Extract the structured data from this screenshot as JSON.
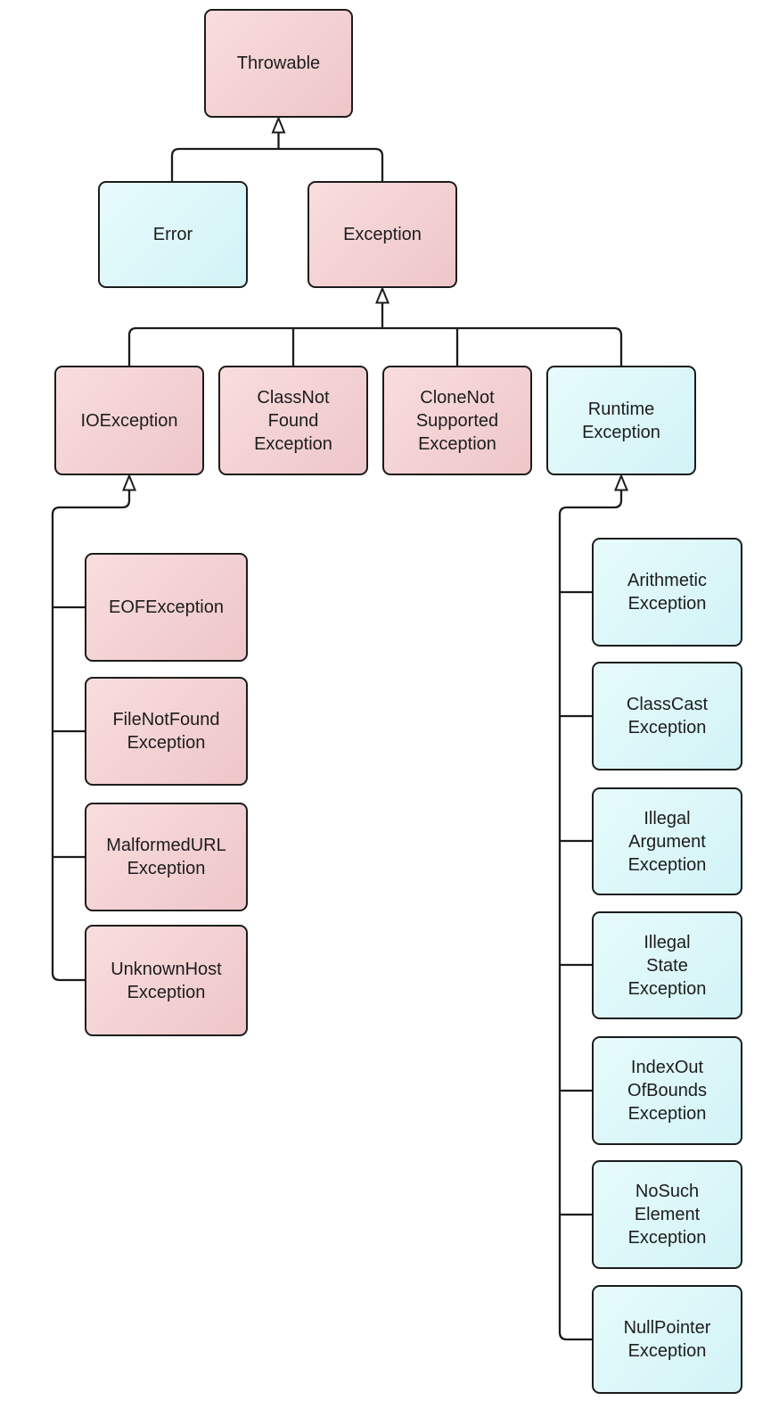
{
  "diagram": {
    "type": "uml-class-hierarchy",
    "edge_style": {
      "arrowhead": "hollow-triangle",
      "direction": "child-to-parent"
    },
    "colors": {
      "pink_light": "#f9dddd",
      "pink_dark": "#eec6c9",
      "cyan_light": "#e7fbfc",
      "cyan_dark": "#d2f3f6",
      "border": "#1c1c1c",
      "line": "#1c1c1c",
      "arrow_fill": "#ffffff",
      "text": "#1d1d1d",
      "background": "#ffffff"
    },
    "nodes": [
      {
        "id": "throwable",
        "label": "Throwable",
        "variant": "pink"
      },
      {
        "id": "error",
        "label": "Error",
        "variant": "cyan"
      },
      {
        "id": "exception",
        "label": "Exception",
        "variant": "pink"
      },
      {
        "id": "ioexception",
        "label": "IOException",
        "variant": "pink"
      },
      {
        "id": "classnotfound",
        "label": "ClassNot\nFound\nException",
        "variant": "pink"
      },
      {
        "id": "clonenotsupported",
        "label": "CloneNot\nSupported\nException",
        "variant": "pink"
      },
      {
        "id": "runtimeexception",
        "label": "Runtime\nException",
        "variant": "cyan"
      },
      {
        "id": "eofexception",
        "label": "EOFException",
        "variant": "pink"
      },
      {
        "id": "filenotfound",
        "label": "FileNotFound\nException",
        "variant": "pink"
      },
      {
        "id": "malformedurl",
        "label": "MalformedURL\nException",
        "variant": "pink"
      },
      {
        "id": "unknownhost",
        "label": "UnknownHost\nException",
        "variant": "pink"
      },
      {
        "id": "arithmetic",
        "label": "Arithmetic\nException",
        "variant": "cyan"
      },
      {
        "id": "classcast",
        "label": "ClassCast\nException",
        "variant": "cyan"
      },
      {
        "id": "illegalargument",
        "label": "Illegal\nArgument\nException",
        "variant": "cyan"
      },
      {
        "id": "illegalstate",
        "label": "Illegal\nState\nException",
        "variant": "cyan"
      },
      {
        "id": "indexoutofbounds",
        "label": "IndexOut\nOfBounds\nException",
        "variant": "cyan"
      },
      {
        "id": "nosuchelement",
        "label": "NoSuch\nElement\nException",
        "variant": "cyan"
      },
      {
        "id": "nullpointer",
        "label": "NullPointer\nException",
        "variant": "cyan"
      }
    ],
    "edges": [
      {
        "from": "throwable",
        "to": "error"
      },
      {
        "from": "throwable",
        "to": "exception"
      },
      {
        "from": "exception",
        "to": "ioexception"
      },
      {
        "from": "exception",
        "to": "classnotfound"
      },
      {
        "from": "exception",
        "to": "clonenotsupported"
      },
      {
        "from": "exception",
        "to": "runtimeexception"
      },
      {
        "from": "ioexception",
        "to": "eofexception"
      },
      {
        "from": "ioexception",
        "to": "filenotfound"
      },
      {
        "from": "ioexception",
        "to": "malformedurl"
      },
      {
        "from": "ioexception",
        "to": "unknownhost"
      },
      {
        "from": "runtimeexception",
        "to": "arithmetic"
      },
      {
        "from": "runtimeexception",
        "to": "classcast"
      },
      {
        "from": "runtimeexception",
        "to": "illegalargument"
      },
      {
        "from": "runtimeexception",
        "to": "illegalstate"
      },
      {
        "from": "runtimeexception",
        "to": "indexoutofbounds"
      },
      {
        "from": "runtimeexception",
        "to": "nosuchelement"
      },
      {
        "from": "runtimeexception",
        "to": "nullpointer"
      }
    ]
  }
}
